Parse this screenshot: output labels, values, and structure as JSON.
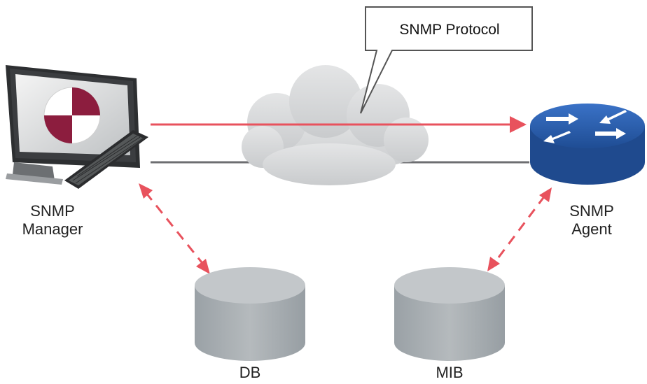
{
  "callout": {
    "text": "SNMP Protocol"
  },
  "manager": {
    "line1": "SNMP",
    "line2": "Manager"
  },
  "agent": {
    "line1": "SNMP",
    "line2": "Agent"
  },
  "databases": {
    "db_label": "DB",
    "mib_label": "MIB"
  },
  "colors": {
    "red": "#e8525d",
    "gray_line": "#6d6e71",
    "router": "#2f63b4",
    "db": "#a7adb2"
  }
}
